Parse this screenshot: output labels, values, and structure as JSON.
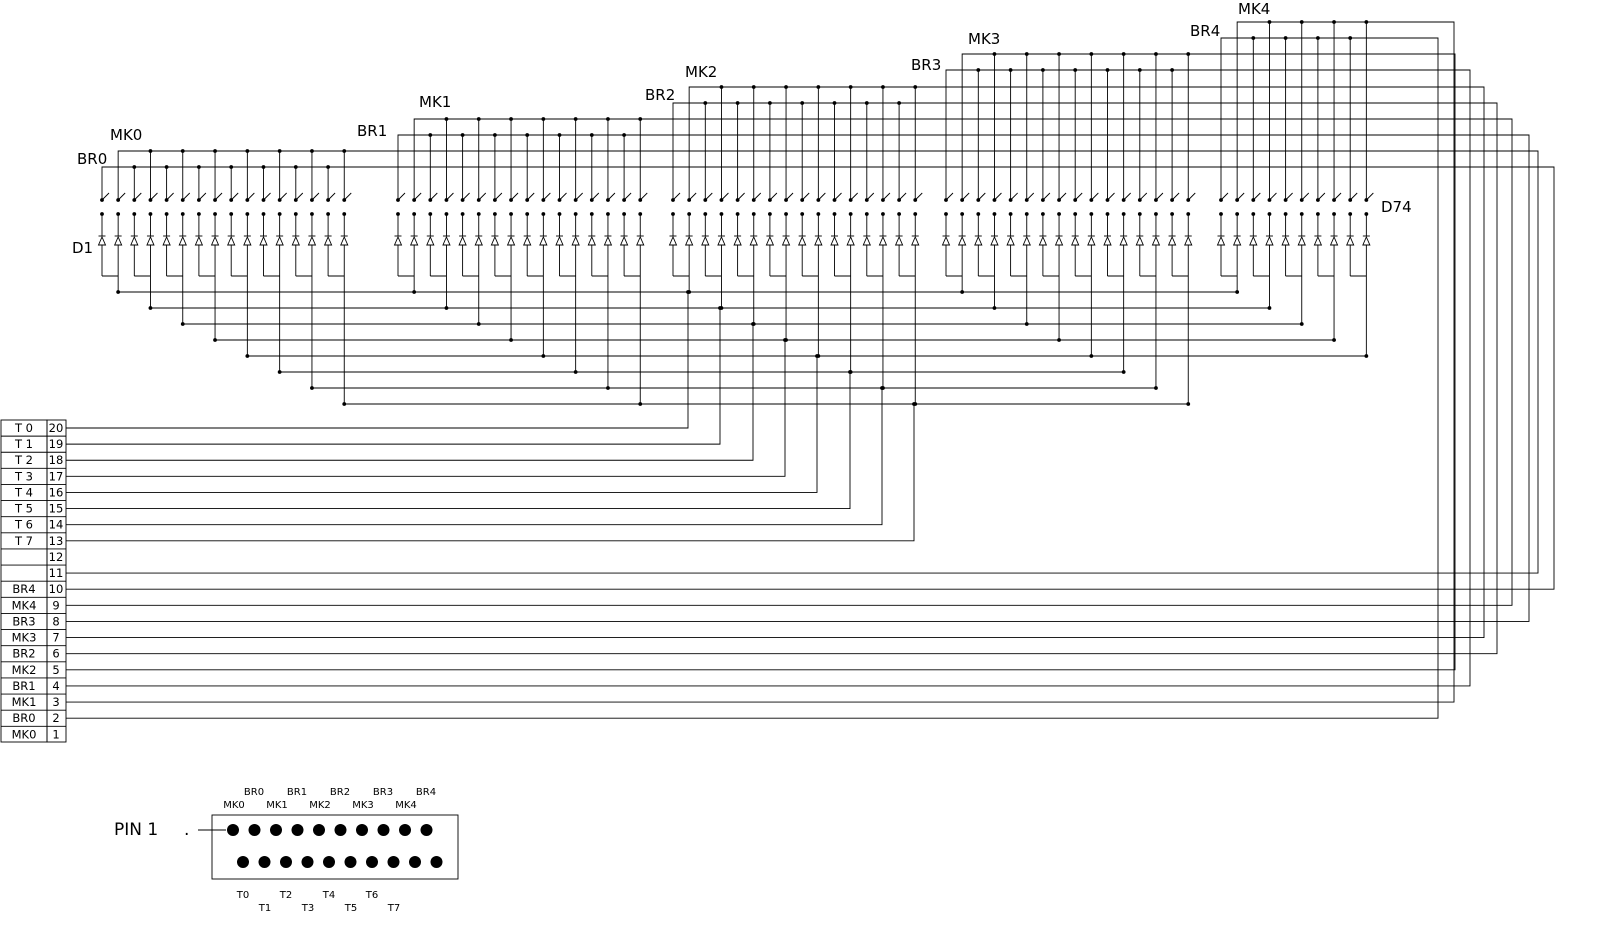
{
  "group_labels": [
    {
      "br": "BR0",
      "mk": "MK0"
    },
    {
      "br": "BR1",
      "mk": "MK1"
    },
    {
      "br": "BR2",
      "mk": "MK2"
    },
    {
      "br": "BR3",
      "mk": "MK3"
    },
    {
      "br": "BR4",
      "mk": "MK4"
    }
  ],
  "first_diode_label": "D1",
  "last_diode_label": "D74",
  "connector_rows": [
    {
      "name": "T 0",
      "pin": "20"
    },
    {
      "name": "T 1",
      "pin": "19"
    },
    {
      "name": "T 2",
      "pin": "18"
    },
    {
      "name": "T 3",
      "pin": "17"
    },
    {
      "name": "T 4",
      "pin": "16"
    },
    {
      "name": "T 5",
      "pin": "15"
    },
    {
      "name": "T 6",
      "pin": "14"
    },
    {
      "name": "T 7",
      "pin": "13"
    },
    {
      "name": "",
      "pin": "12"
    },
    {
      "name": "",
      "pin": "11"
    },
    {
      "name": "BR4",
      "pin": "10"
    },
    {
      "name": "MK4",
      "pin": "9"
    },
    {
      "name": "BR3",
      "pin": "8"
    },
    {
      "name": "MK3",
      "pin": "7"
    },
    {
      "name": "BR2",
      "pin": "6"
    },
    {
      "name": "MK2",
      "pin": "5"
    },
    {
      "name": "BR1",
      "pin": "4"
    },
    {
      "name": "MK1",
      "pin": "3"
    },
    {
      "name": "BR0",
      "pin": "2"
    },
    {
      "name": "MK0",
      "pin": "1"
    }
  ],
  "header": {
    "pin1_label": "PIN 1",
    "pin1_dot": ".",
    "top_labels_upper": [
      "BR0",
      "BR1",
      "BR2",
      "BR3",
      "BR4"
    ],
    "top_labels_lower": [
      "MK0",
      "MK1",
      "MK2",
      "MK3",
      "MK4"
    ],
    "bottom_labels_upper": [
      "T0",
      "T2",
      "T4",
      "T6"
    ],
    "bottom_labels_lower": [
      "T1",
      "T3",
      "T5",
      "T7"
    ]
  }
}
